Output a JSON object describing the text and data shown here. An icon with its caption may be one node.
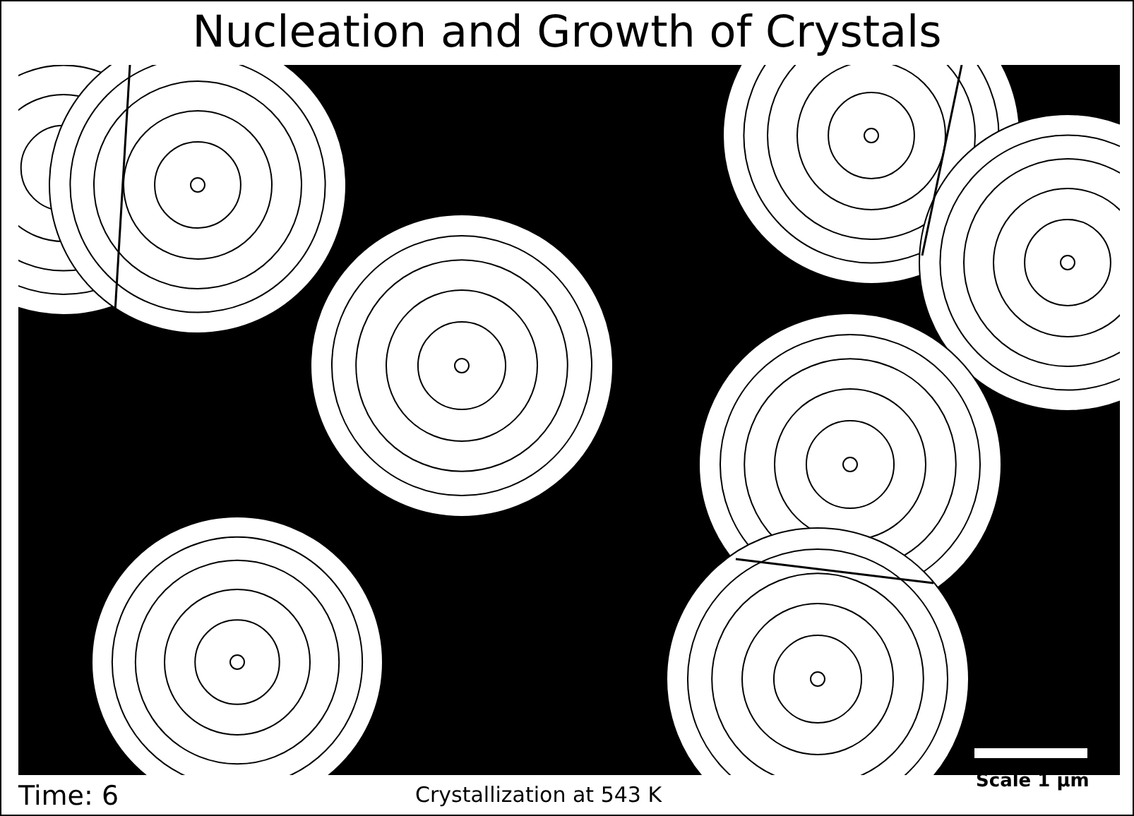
{
  "diagram": {
    "title": "Nucleation and Growth of Crystals",
    "labels": [
      "Time: 6",
      "Crystallization at 543 K",
      "Scale 1 μm"
    ]
  }
}
